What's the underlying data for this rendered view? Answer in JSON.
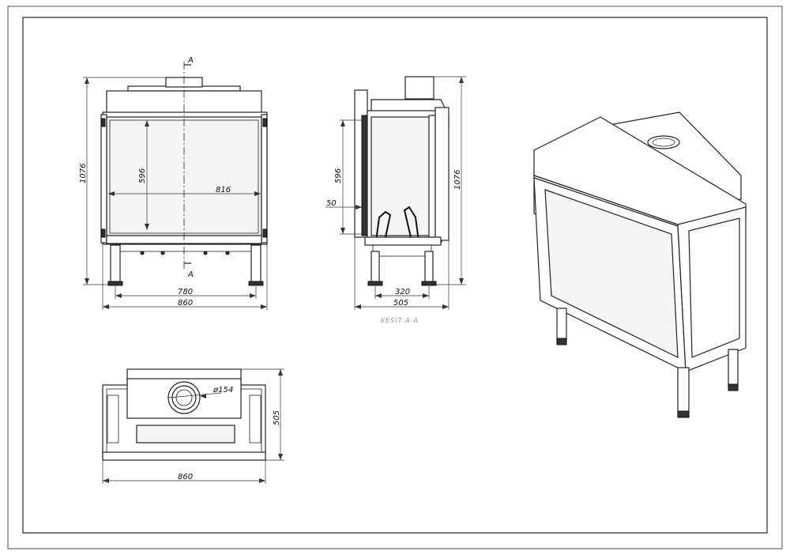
{
  "dimensions": {
    "front_height": "1076",
    "front_glass_height": "596",
    "front_glass_width": "816",
    "front_leg_span": "780",
    "front_width": "860",
    "section_marker_top": "A",
    "section_marker_bottom": "A",
    "side_glass_height": "596",
    "side_door_depth": "50",
    "side_height": "1076",
    "side_leg_span": "320",
    "side_depth": "505",
    "top_flue_diameter": "ø154",
    "top_depth": "505",
    "top_width": "860"
  },
  "captions": {
    "section_label": "KESIT A-A"
  }
}
